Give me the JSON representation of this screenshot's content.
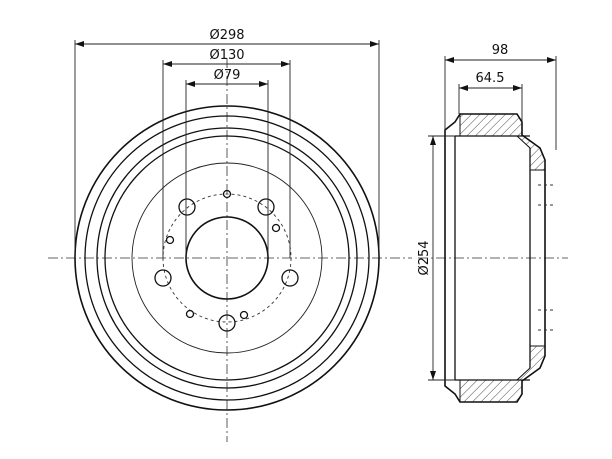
{
  "front_view": {
    "dimensions": {
      "outer_diameter": "Ø298",
      "bolt_circle": "Ø130",
      "center_bore": "Ø79"
    }
  },
  "side_view": {
    "dimensions": {
      "total_width": "98",
      "mount_depth": "64.5",
      "drum_diameter": "Ø254"
    }
  }
}
